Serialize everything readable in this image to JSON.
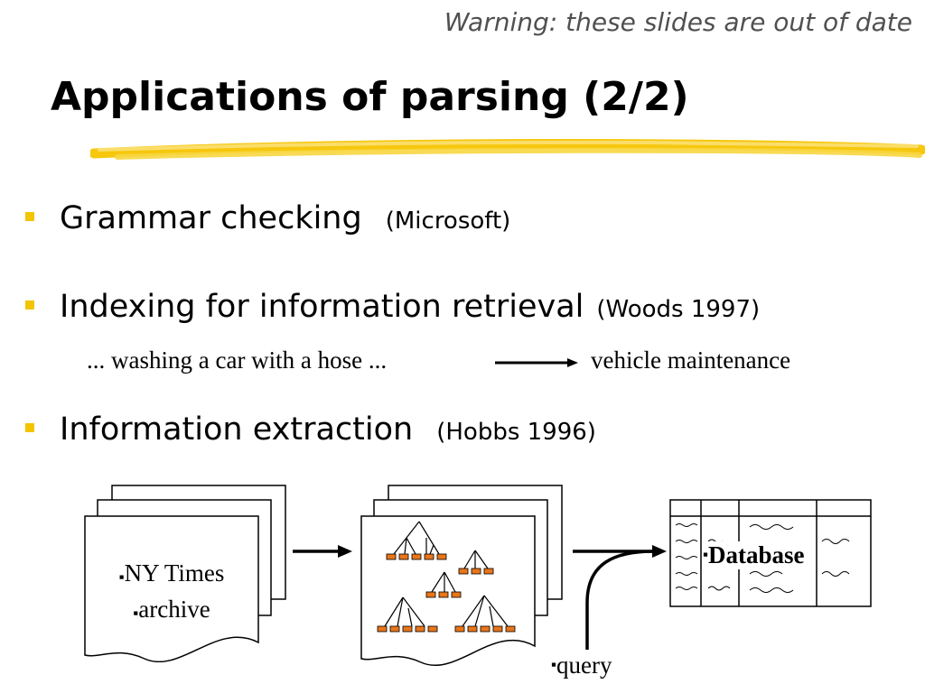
{
  "header": {
    "warning": "Warning: these slides are out of date",
    "title": "Applications of parsing (2/2)"
  },
  "bullets": [
    {
      "text": "Grammar checking",
      "citation": "(Microsoft)"
    },
    {
      "text": "Indexing for information retrieval",
      "citation": "(Woods 1997)"
    },
    {
      "text": "Information extraction",
      "citation": "(Hobbs 1996)"
    }
  ],
  "example": {
    "left": "... washing a car with a hose ...",
    "right": "vehicle maintenance"
  },
  "diagram": {
    "doc_lines": [
      "NY Times",
      "archive"
    ],
    "database_label": "Database",
    "query_label": "query",
    "bullet_mark": "▪"
  },
  "colors": {
    "bullet": "#f2c500",
    "underline": "#f5c400",
    "tree_node": "#e8761a"
  }
}
